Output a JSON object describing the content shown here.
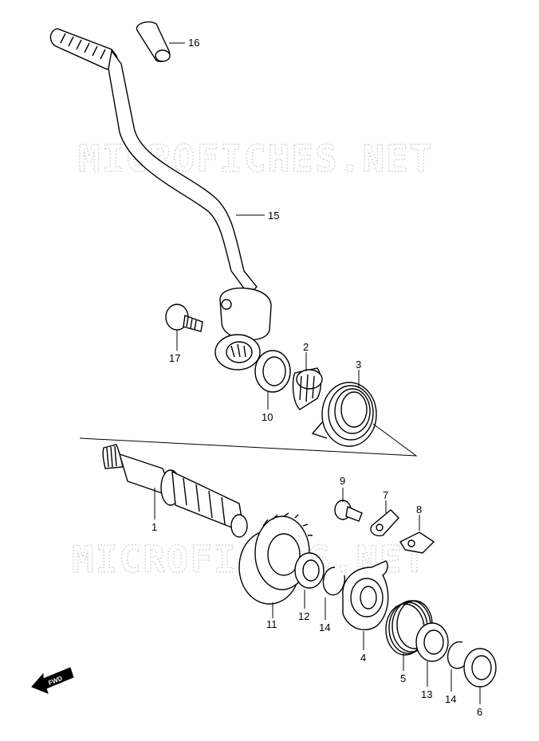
{
  "watermarks": [
    "MICROFICHES.NET",
    "MICROFICHES.NET"
  ],
  "direction_label": "FWD",
  "part_labels": {
    "p1": "1",
    "p2": "2",
    "p3": "3",
    "p4": "4",
    "p5": "5",
    "p6": "6",
    "p7": "7",
    "p8": "8",
    "p9": "9",
    "p10": "10",
    "p11": "11",
    "p12": "12",
    "p13": "13",
    "p14a": "14",
    "p14b": "14",
    "p15": "15",
    "p16": "16",
    "p17": "17"
  }
}
